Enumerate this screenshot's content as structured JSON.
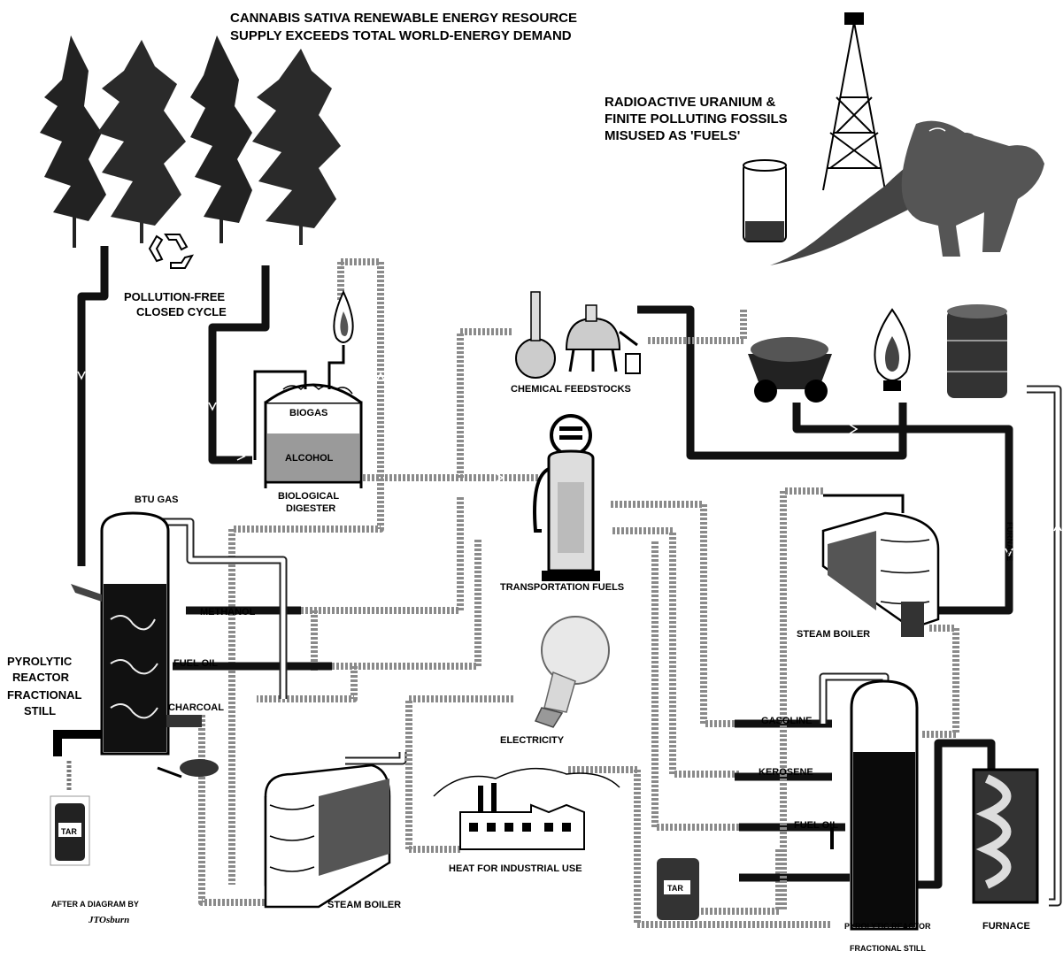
{
  "header": {
    "line1": "CANNABIS SATIVA RENEWABLE ENERGY RESOURCE",
    "line2": "SUPPLY EXCEEDS TOTAL WORLD-ENERGY DEMAND"
  },
  "fossil": {
    "line1": "RADIOACTIVE URANIUM &",
    "line2": "FINITE POLLUTING FOSSILS",
    "line3": "MISUSED AS 'FUELS'"
  },
  "cycle": {
    "line1": "POLLUTION-FREE",
    "line2": "CLOSED CYCLE"
  },
  "digester": {
    "biogas": "BIOGAS",
    "alcohol": "ALCOHOL",
    "name1": "BIOLOGICAL",
    "name2": "DIGESTER"
  },
  "reactor_left": {
    "btu_gas": "BTU GAS",
    "methanol": "METHANOL",
    "fuel_oil": "FUEL OIL",
    "charcoal": "CHARCOAL",
    "name1": "PYROLYTIC",
    "name2": "REACTOR",
    "name3": "FRACTIONAL",
    "name4": "STILL",
    "tar": "TAR"
  },
  "outputs": {
    "chemical": "CHEMICAL FEEDSTOCKS",
    "transport": "TRANSPORTATION FUELS",
    "electricity": "ELECTRICITY",
    "heat": "HEAT FOR INDUSTRIAL USE",
    "steam_left": "STEAM BOILER",
    "steam_right": "STEAM BOILER"
  },
  "reactor_right": {
    "gasoline": "GASOLINE",
    "kerosene": "KEROSENE",
    "fuel_oil": "FUEL OIL",
    "tar": "TAR",
    "name1": "PYROLYTIC REACTOR",
    "name2": "FRACTIONAL STILL",
    "furnace": "FURNACE",
    "furnace_vertical": "FURNACE"
  },
  "credit": {
    "line1": "AFTER A DIAGRAM BY",
    "line2": "JTOsburn"
  },
  "colors": {
    "ink": "#111111",
    "grey_pipe": "#8a8a8a",
    "alcohol_fill": "#9a9a9a",
    "paper": "#ffffff"
  }
}
